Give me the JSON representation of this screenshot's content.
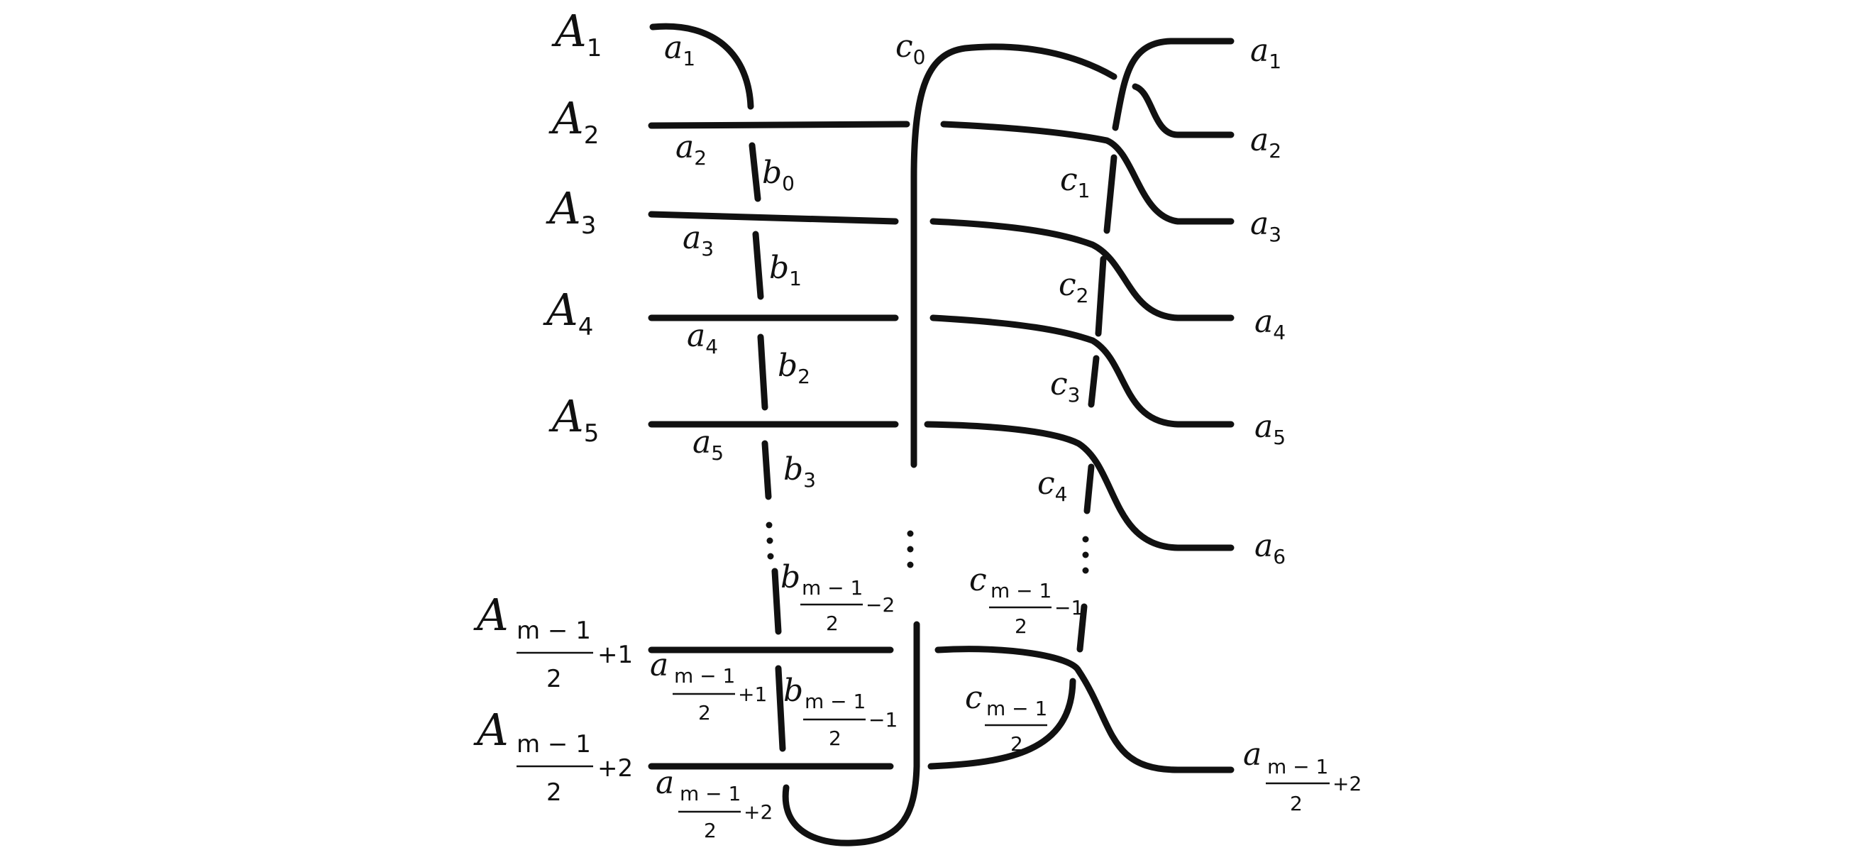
{
  "left_labels": {
    "A1": {
      "letter": "A",
      "sub": "1"
    },
    "A2": {
      "letter": "A",
      "sub": "2"
    },
    "A3": {
      "letter": "A",
      "sub": "3"
    },
    "A4": {
      "letter": "A",
      "sub": "4"
    },
    "A5": {
      "letter": "A",
      "sub": "5"
    },
    "Am1": {
      "letter": "A",
      "num": "m − 1",
      "den": "2",
      "tail": "+1"
    },
    "Am2": {
      "letter": "A",
      "num": "m − 1",
      "den": "2",
      "tail": "+2"
    }
  },
  "arc_labels": {
    "a1": {
      "letter": "a",
      "sub": "1"
    },
    "a2": {
      "letter": "a",
      "sub": "2"
    },
    "a3": {
      "letter": "a",
      "sub": "3"
    },
    "a4": {
      "letter": "a",
      "sub": "4"
    },
    "a5": {
      "letter": "a",
      "sub": "5"
    },
    "am1": {
      "letter": "a",
      "num": "m − 1",
      "den": "2",
      "tail": "+1"
    },
    "am2": {
      "letter": "a",
      "num": "m − 1",
      "den": "2",
      "tail": "+2"
    }
  },
  "b_labels": {
    "b0": {
      "letter": "b",
      "sub": "0"
    },
    "b1": {
      "letter": "b",
      "sub": "1"
    },
    "b2": {
      "letter": "b",
      "sub": "2"
    },
    "b3": {
      "letter": "b",
      "sub": "3"
    },
    "bm2": {
      "letter": "b",
      "num": "m − 1",
      "den": "2",
      "tail": "−2"
    },
    "bm1": {
      "letter": "b",
      "num": "m − 1",
      "den": "2",
      "tail": "−1"
    }
  },
  "c_labels": {
    "c0": {
      "letter": "c",
      "sub": "0"
    },
    "c1": {
      "letter": "c",
      "sub": "1"
    },
    "c2": {
      "letter": "c",
      "sub": "2"
    },
    "c3": {
      "letter": "c",
      "sub": "3"
    },
    "c4": {
      "letter": "c",
      "sub": "4"
    },
    "cm1": {
      "letter": "c",
      "num": "m − 1",
      "den": "2",
      "tail": "−1"
    },
    "cm": {
      "letter": "c",
      "num": "m − 1",
      "den": "2",
      "tail": ""
    }
  },
  "right_labels": {
    "r1": {
      "letter": "a",
      "sub": "1"
    },
    "r2": {
      "letter": "a",
      "sub": "2"
    },
    "r3": {
      "letter": "a",
      "sub": "3"
    },
    "r4": {
      "letter": "a",
      "sub": "4"
    },
    "r5": {
      "letter": "a",
      "sub": "5"
    },
    "r6": {
      "letter": "a",
      "sub": "6"
    },
    "rm2": {
      "letter": "a",
      "num": "m − 1",
      "den": "2",
      "tail": "+2"
    }
  },
  "colors": {
    "stroke": "#111111",
    "background": "#ffffff"
  }
}
